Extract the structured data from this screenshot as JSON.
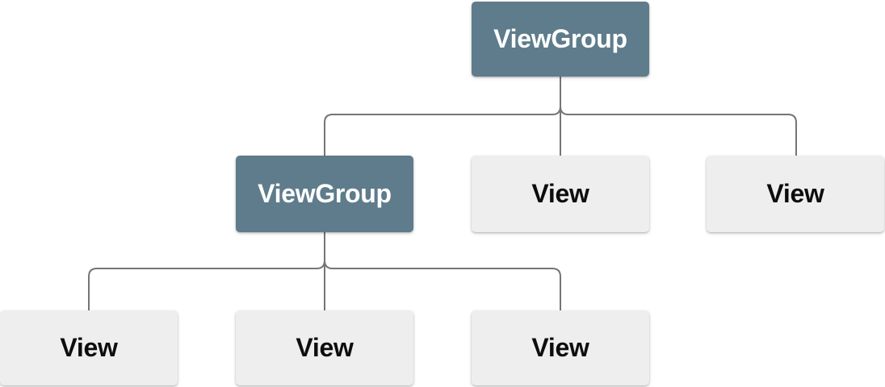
{
  "diagram": {
    "type": "tree",
    "nodes": [
      {
        "id": "root",
        "label": "ViewGroup",
        "kind": "viewgroup",
        "level": 1
      },
      {
        "id": "child-1",
        "label": "ViewGroup",
        "kind": "viewgroup",
        "level": 2
      },
      {
        "id": "child-2",
        "label": "View",
        "kind": "view",
        "level": 2
      },
      {
        "id": "child-3",
        "label": "View",
        "kind": "view",
        "level": 2
      },
      {
        "id": "grandchild-1",
        "label": "View",
        "kind": "view",
        "level": 3
      },
      {
        "id": "grandchild-2",
        "label": "View",
        "kind": "view",
        "level": 3
      },
      {
        "id": "grandchild-3",
        "label": "View",
        "kind": "view",
        "level": 3
      }
    ],
    "edges": [
      {
        "from": "root",
        "to": "child-1"
      },
      {
        "from": "root",
        "to": "child-2"
      },
      {
        "from": "root",
        "to": "child-3"
      },
      {
        "from": "child-1",
        "to": "grandchild-1"
      },
      {
        "from": "child-1",
        "to": "grandchild-2"
      },
      {
        "from": "child-1",
        "to": "grandchild-3"
      }
    ],
    "colors": {
      "viewgroup_fill": "#5E7C8B",
      "view_fill": "#EEEEEE",
      "connector": "#757575",
      "viewgroup_text": "#FFFFFF",
      "view_text": "#0D0D0D",
      "background": "#FFFFFF"
    }
  }
}
